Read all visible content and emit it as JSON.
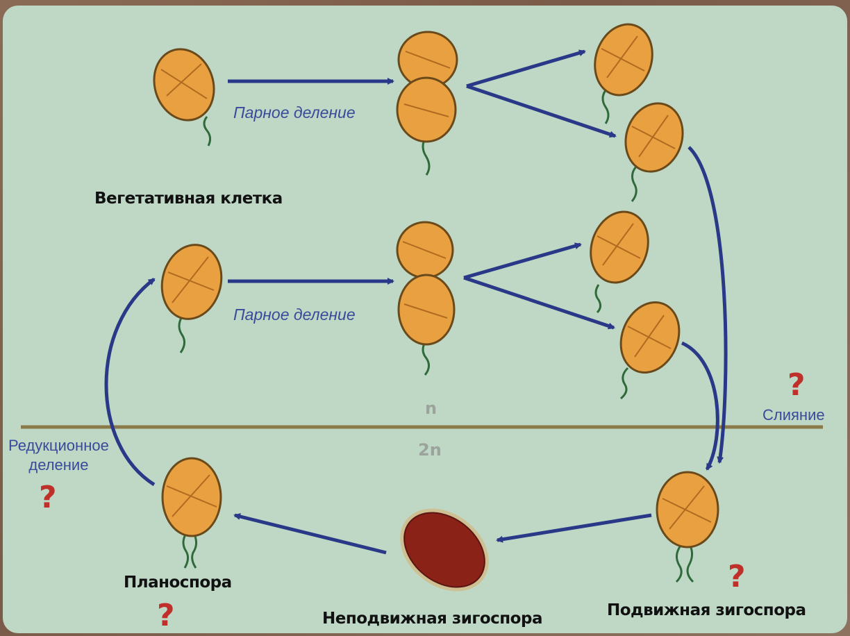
{
  "labels": {
    "vegetative_cell": "Вегетативная клетка",
    "binary_fission_1": "Парное деление",
    "binary_fission_2": "Парное деление",
    "fusion": "Слияние",
    "reduction_division": "Редукционное\nделение",
    "ploidy_n": "n",
    "ploidy_2n": "2n",
    "planospore": "Планоспора",
    "immotile_zygospore": "Неподвижная зигоспора",
    "motile_zygospore": "Подвижная зигоспора"
  },
  "question_marks": [
    "?",
    "?",
    "?",
    "?"
  ],
  "colors": {
    "background": "#bfd8c6",
    "cell_fill": "#e8a040",
    "cell_stroke": "#6a4a1a",
    "zygospore_fill": "#8b2218",
    "arrow": "#2a3888",
    "divider": "#8a7a4a",
    "question_mark": "#c0302a"
  }
}
